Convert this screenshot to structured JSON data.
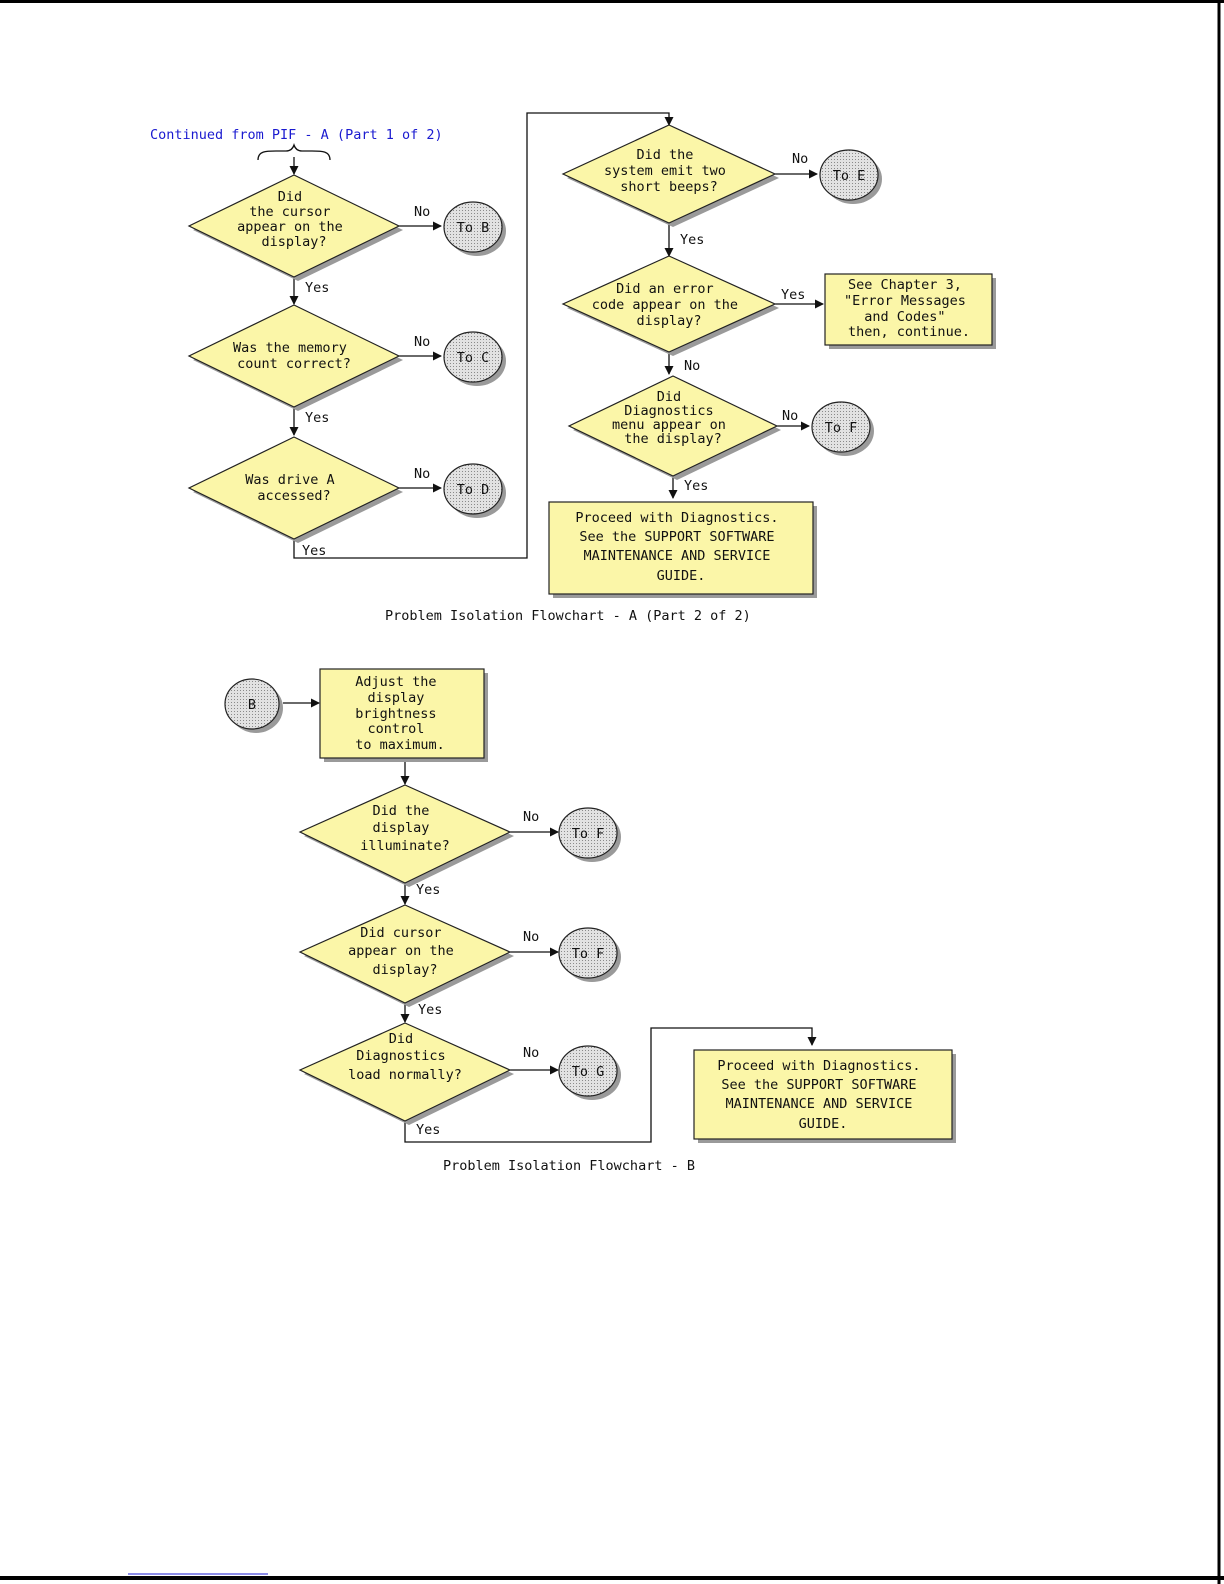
{
  "flowchart_a": {
    "continued_label": "Continued from PIF - A (Part 1 of 2)",
    "q1": [
      "Did",
      "the cursor",
      "appear on the",
      "display?"
    ],
    "q2": [
      "Was the memory",
      "count correct?"
    ],
    "q3": [
      "Was drive A",
      "accessed?"
    ],
    "q4": [
      "Did the",
      "system emit two",
      "short beeps?"
    ],
    "q5": [
      "Did an error",
      "code appear on the",
      "display?"
    ],
    "q6": [
      "Did",
      "Diagnostics",
      "menu appear on",
      "the display?"
    ],
    "note_chapter": [
      "See Chapter 3,",
      "\"Error Messages",
      "and Codes\"",
      "then, continue."
    ],
    "proceed": [
      "Proceed with Diagnostics.",
      "See the SUPPORT SOFTWARE",
      "MAINTENANCE AND SERVICE",
      "GUIDE."
    ],
    "to_b": "To B",
    "to_c": "To C",
    "to_d": "To D",
    "to_e": "To E",
    "to_f": "To F",
    "caption": "Problem Isolation Flowchart - A (Part 2 of 2)"
  },
  "flowchart_b": {
    "start": "B",
    "adjust": [
      "Adjust the",
      "display",
      "brightness",
      "control",
      "to maximum."
    ],
    "q1": [
      "Did the",
      "display",
      "illuminate?"
    ],
    "q2": [
      "Did cursor",
      "appear on the",
      "display?"
    ],
    "q3": [
      "Did",
      "Diagnostics",
      "load normally?"
    ],
    "to_f1": "To F",
    "to_f2": "To F",
    "to_g": "To G",
    "proceed": [
      "Proceed with Diagnostics.",
      "See the SUPPORT SOFTWARE",
      "MAINTENANCE AND SERVICE",
      "GUIDE."
    ],
    "caption": "Problem Isolation Flowchart - B"
  },
  "labels": {
    "yes": "Yes",
    "no": "No"
  }
}
